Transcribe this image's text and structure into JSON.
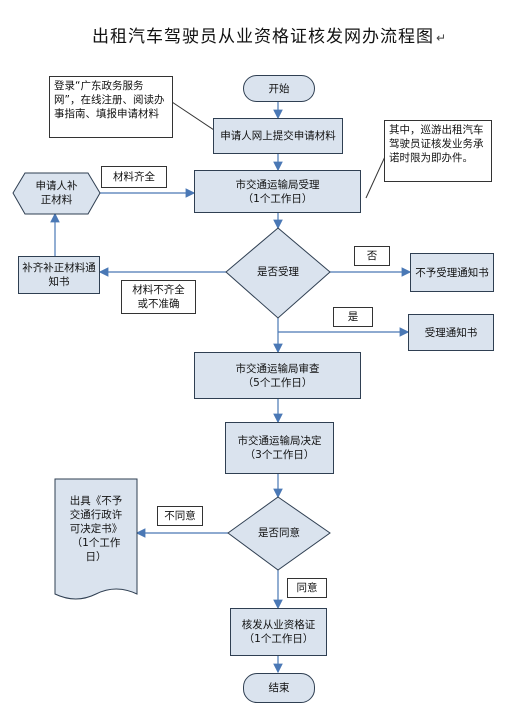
{
  "title": "出租汽车驾驶员从业资格证核发网办流程图",
  "title_mark": "↵",
  "nodes": {
    "start": "开始",
    "apply_online": "申请人网上提交申请材料",
    "accept": "市交通运输局受理\n（1个工作日）",
    "is_accept": "是否受理",
    "review": "市交通运输局审查\n（5个工作日）",
    "decide": "市交通运输局决定\n（3个工作日）",
    "is_agree": "是否同意",
    "issue": "核发从业资格证\n（1个工作日）",
    "end": "结束",
    "supplement_notice": "补齐补正材料通知书",
    "applicant_supplement": "申请人补\n正材料",
    "not_accept_notice": "不予受理通知书",
    "accept_notice": "受理通知书",
    "not_permit_doc": "出具《不予\n交通行政许\n可决定书》\n（1个工作\n日）"
  },
  "notes": {
    "login": "登录“广东政务服务网”，在线注册、阅读办事指南、填报申请材料",
    "cruise": "其中，巡游出租汽车驾驶员证核发业务承诺时限为即办件。"
  },
  "labels": {
    "materials_complete": "材料齐全",
    "materials_incomplete": "材料不齐全\n或不准确",
    "no": "否",
    "yes": "是",
    "disagree": "不同意",
    "agree": "同意"
  },
  "colors": {
    "fill": "#dae3ee",
    "border": "#2f3f52",
    "arrow": "#4a78b5"
  }
}
